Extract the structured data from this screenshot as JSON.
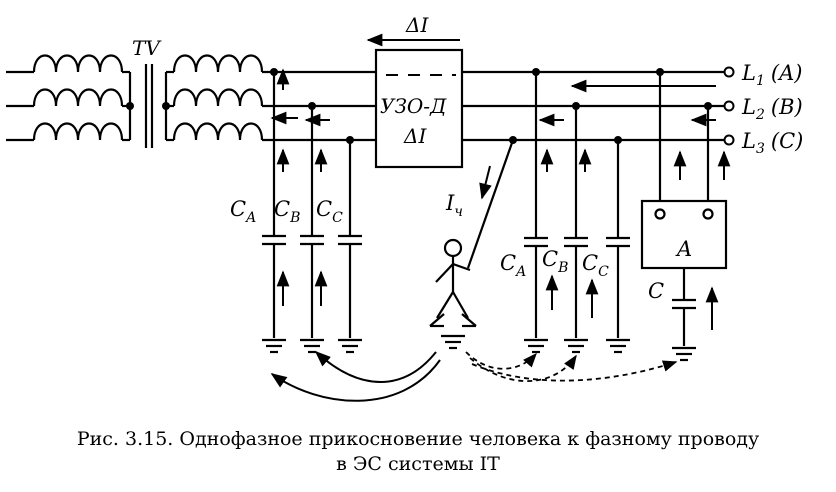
{
  "diagram": {
    "labels": {
      "transformer": "TV",
      "delta_i_top": "ΔI",
      "rcd_line1": "УЗО-Д",
      "rcd_line2": "ΔI",
      "phase_l1": "L",
      "phase_l1_sub": "1",
      "phase_l1_name": "(A)",
      "phase_l2": "L",
      "phase_l2_sub": "2",
      "phase_l2_name": "(B)",
      "phase_l3": "L",
      "phase_l3_sub": "3",
      "phase_l3_name": "(C)",
      "human_current": "I",
      "human_current_sub": "ч",
      "cap_a": "C",
      "cap_a_sub": "A",
      "cap_b": "C",
      "cap_b_sub": "B",
      "cap_c": "C",
      "cap_c_sub": "C",
      "cap_a2": "C",
      "cap_a2_sub": "A",
      "cap_b2": "C",
      "cap_b2_sub": "B",
      "cap_c2": "C",
      "cap_c2_sub": "C",
      "load": "A",
      "load_cap": "C"
    }
  },
  "caption": {
    "line1": "Рис. 3.15. Однофазное прикосновение человека к фазному проводу",
    "line2": "в ЭС системы IT"
  }
}
